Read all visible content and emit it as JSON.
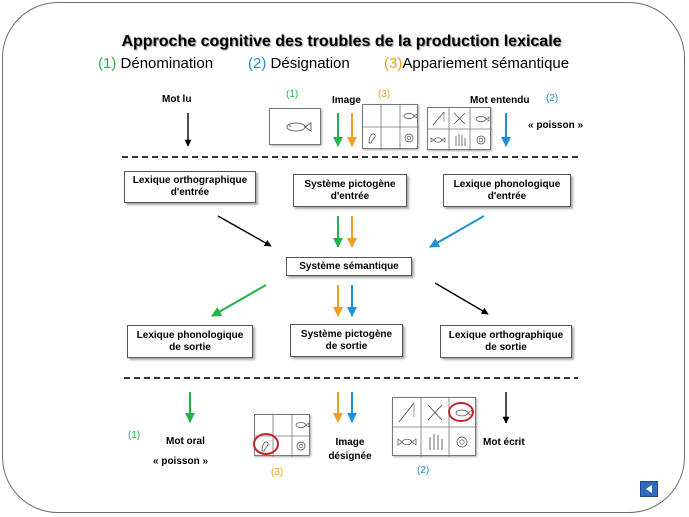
{
  "title": "Approche cognitive des troubles de la production lexicale",
  "legend": {
    "green": {
      "num": "(1)",
      "label": "Dénomination"
    },
    "blue": {
      "num": "(2)",
      "label": "Désignation"
    },
    "orange": {
      "num": "(3)",
      "label": "Appariement sémantique"
    }
  },
  "colors": {
    "green": "#22b34a",
    "blue": "#1e90d8",
    "orange": "#f0a020",
    "black": "#000000",
    "circle": "#c0282d"
  },
  "inputs": {
    "mot_lu": "Mot lu",
    "image": "Image",
    "image_num_green": "(1)",
    "image_num_orange": "(3)",
    "mot_entendu": "Mot entendu",
    "mot_entendu_num": "(2)",
    "poisson": "« poisson »"
  },
  "boxes": {
    "lex_ortho_entree": "Lexique orthographique\nd'entrée",
    "picto_entree": "Système pictogène\nd'entrée",
    "lex_phono_entree": "Lexique phonologique\nd'entrée",
    "semantique": "Système sémantique",
    "lex_phono_sortie": "Lexique phonologique\nde sortie",
    "picto_sortie": "Système pictogène\nde sortie",
    "lex_ortho_sortie": "Lexique orthographique\nde sortie"
  },
  "outputs": {
    "num_green": "(1)",
    "mot_oral": "Mot oral",
    "poisson": "« poisson »",
    "num_orange": "(3)",
    "image_designee": "Image\ndésignée",
    "num_blue": "(2)",
    "mot_ecrit": "Mot écrit"
  },
  "icons": [
    "fish-icon",
    "fishing-rod-icon",
    "scissors-icon",
    "wrapped-candy-icon",
    "toucan-icon",
    "hand-icon",
    "snail-icon"
  ]
}
